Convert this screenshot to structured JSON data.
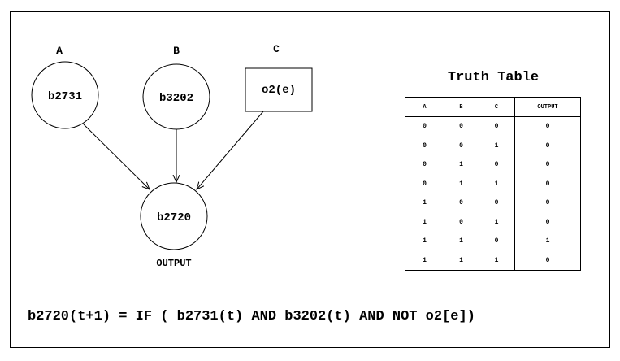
{
  "nodes": {
    "a": {
      "label": "A",
      "name": "b2731"
    },
    "b": {
      "label": "B",
      "name": "b3202"
    },
    "c": {
      "label": "C",
      "name": "o2(e)"
    },
    "output": {
      "name": "b2720",
      "label": "OUTPUT"
    }
  },
  "truth_table": {
    "title": "Truth Table",
    "headers": [
      "A",
      "B",
      "C",
      "OUTPUT"
    ],
    "rows": [
      [
        "0",
        "0",
        "0",
        "0"
      ],
      [
        "0",
        "0",
        "1",
        "0"
      ],
      [
        "0",
        "1",
        "0",
        "0"
      ],
      [
        "0",
        "1",
        "1",
        "0"
      ],
      [
        "1",
        "0",
        "0",
        "0"
      ],
      [
        "1",
        "0",
        "1",
        "0"
      ],
      [
        "1",
        "1",
        "0",
        "1"
      ],
      [
        "1",
        "1",
        "1",
        "0"
      ]
    ]
  },
  "formula": "b2720(t+1) = IF ( b2731(t) AND b3202(t) AND NOT o2[e])"
}
